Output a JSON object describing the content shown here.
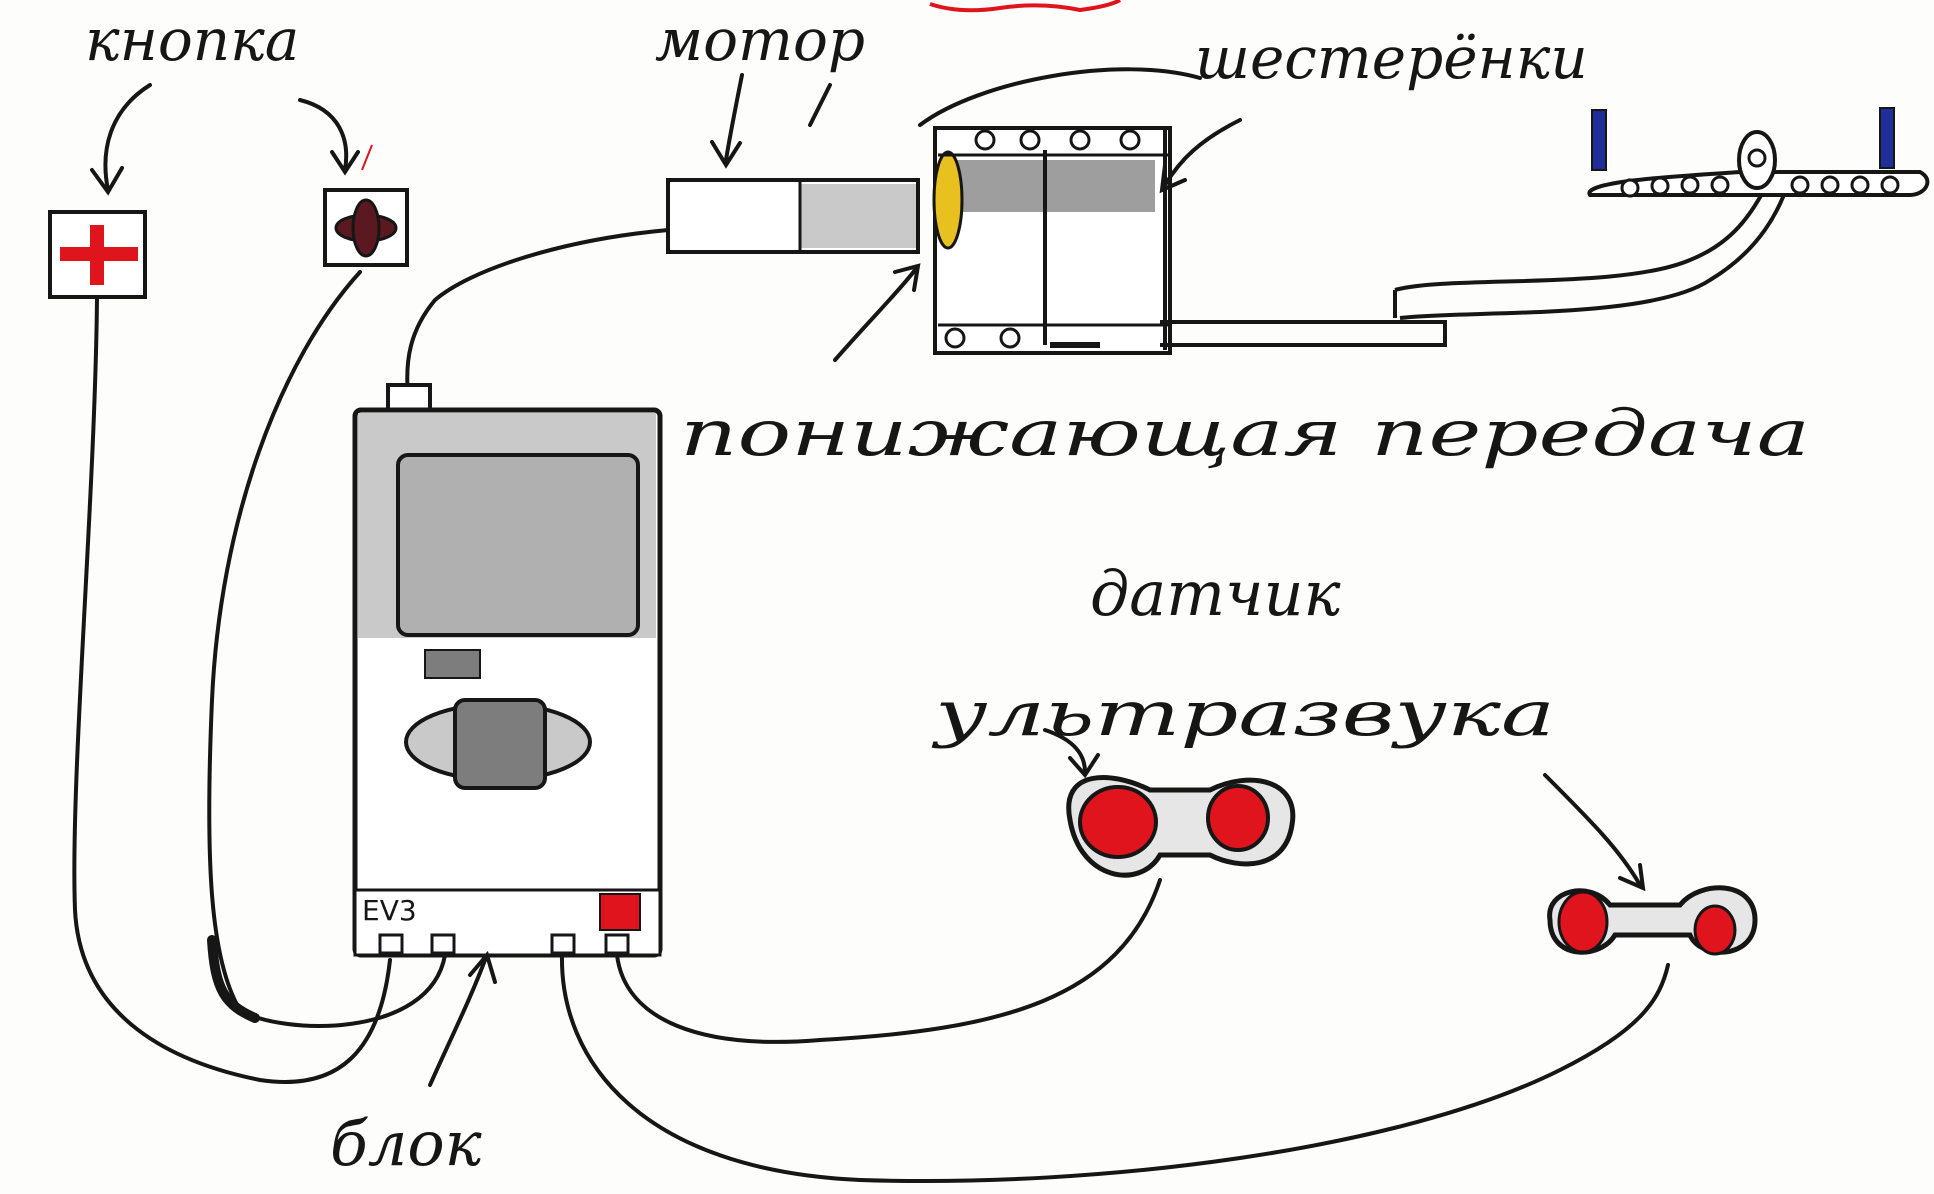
{
  "labels": {
    "button": "кнопка",
    "motor": "мотор",
    "gears": "шестерёнки",
    "reduction": "понижающая передача",
    "sensor_line1": "датчик",
    "sensor_line2": "ультразвука",
    "block": "блок",
    "brick_text": "EV3"
  },
  "colors": {
    "ink": "#161616",
    "red": "#e0141c",
    "grey_dark": "#7d7d7d",
    "grey_light": "#c9c9c9",
    "blue": "#1f2f9a",
    "yellow": "#e8c020"
  },
  "icons": {
    "button_left": "red-cross-button-icon",
    "button_right": "dark-cross-button-icon",
    "sensor": "ultrasonic-sensor-icon"
  }
}
